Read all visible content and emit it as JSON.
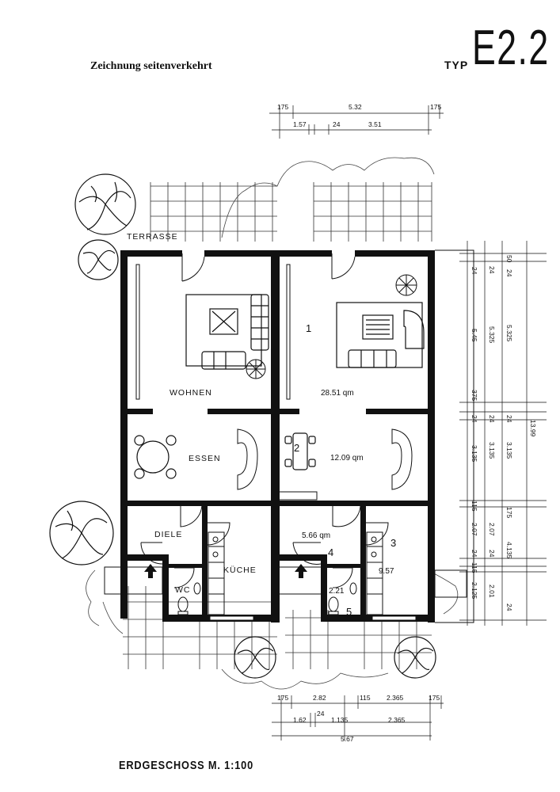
{
  "header": {
    "title": "Zeichnung seitenverkehrt",
    "typ_label": "TYP",
    "typ_code": "E2.2"
  },
  "footer": {
    "caption": "ERDGESCHOSS  M. 1:100"
  },
  "rooms": {
    "terrasse": "TERRASSE",
    "wohnen": "WOHNEN",
    "essen": "ESSEN",
    "diele": "DIELE",
    "kueche": "KÜCHE",
    "wc": "WC"
  },
  "room_numbers": {
    "n1": "1",
    "n2": "2",
    "n3": "3",
    "n4": "4",
    "n5": "5"
  },
  "areas": {
    "a1": "28.51 qm",
    "a2": "12.09 qm",
    "a3": "9.57",
    "a4": "5.66 qm",
    "a5": "2.21"
  },
  "dimensions": {
    "top_row1": [
      "175",
      "5.32",
      "175"
    ],
    "top_row2": [
      "1.57",
      "24",
      "3.51"
    ],
    "bottom_row1": [
      "175",
      "2.82",
      "115",
      "2.365",
      "175"
    ],
    "bottom_row2": [
      "1.62",
      "24",
      "1.135",
      "2.365"
    ],
    "bottom_total": "5.67",
    "right_col1": [
      "24",
      "5.45",
      "375",
      "24",
      "3.135",
      "115",
      "2.07",
      "24",
      "115",
      "2.125"
    ],
    "right_col2": [
      "24",
      "5.325",
      "24",
      "3.135",
      "2.07",
      "24",
      "2.01"
    ],
    "right_col3": [
      "50",
      "24",
      "5.325",
      "24",
      "3.135",
      "175",
      "4.135",
      "24"
    ],
    "right_total": "13.99"
  }
}
